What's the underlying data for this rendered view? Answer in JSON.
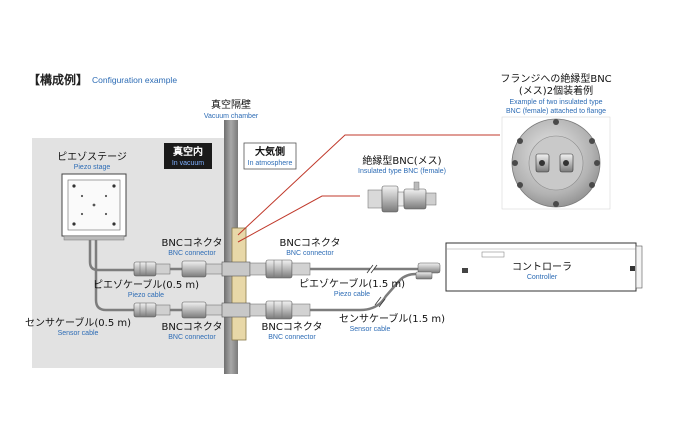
{
  "header": {
    "title_jp": "【構成例】",
    "title_en": "Configuration example"
  },
  "chamber_wall": {
    "jp": "真空隔壁",
    "en": "Vacuum chamber"
  },
  "in_vacuum": {
    "jp": "真空内",
    "en": "In vacuum"
  },
  "in_atmosphere": {
    "jp": "大気側",
    "en": "In atmosphere"
  },
  "flange": {
    "jp_line1": "フランジへの絶縁型BNC",
    "jp_line2": "(メス)2個装着例",
    "en_line1": "Example of two insulated type",
    "en_line2": "BNC (female) attached to flange"
  },
  "insulated_bnc": {
    "jp": "絶縁型BNC(メス)",
    "en": "Insulated type BNC (female)"
  },
  "piezo_stage": {
    "jp": "ピエゾステージ",
    "en": "Piezo stage"
  },
  "bnc_connector_vac_top": {
    "jp": "BNCコネクタ",
    "en": "BNC connector"
  },
  "bnc_connector_vac_bottom": {
    "jp": "BNCコネクタ",
    "en": "BNC connector"
  },
  "bnc_connector_atm_top": {
    "jp": "BNCコネクタ",
    "en": "BNC connector"
  },
  "bnc_connector_atm_bottom": {
    "jp": "BNCコネクタ",
    "en": "BNC connector"
  },
  "piezo_cable_vac": {
    "jp": "ピエゾケーブル(0.5 m)",
    "en": "Piezo cable"
  },
  "sensor_cable_vac": {
    "jp": "センサケーブル(0.5 m)",
    "en": "Sensor cable"
  },
  "piezo_cable_atm": {
    "jp": "ピエゾケーブル(1.5 m)",
    "en": "Piezo cable"
  },
  "sensor_cable_atm": {
    "jp": "センサケーブル(1.5 m)",
    "en": "Sensor cable"
  },
  "controller": {
    "jp": "コントローラ",
    "en": "Controller"
  },
  "colors": {
    "accent_blue": "#2d6cb5",
    "leader_red": "#c0392b",
    "vacuum_bg": "#e2e2e2",
    "wall": "#8a8a8a"
  }
}
